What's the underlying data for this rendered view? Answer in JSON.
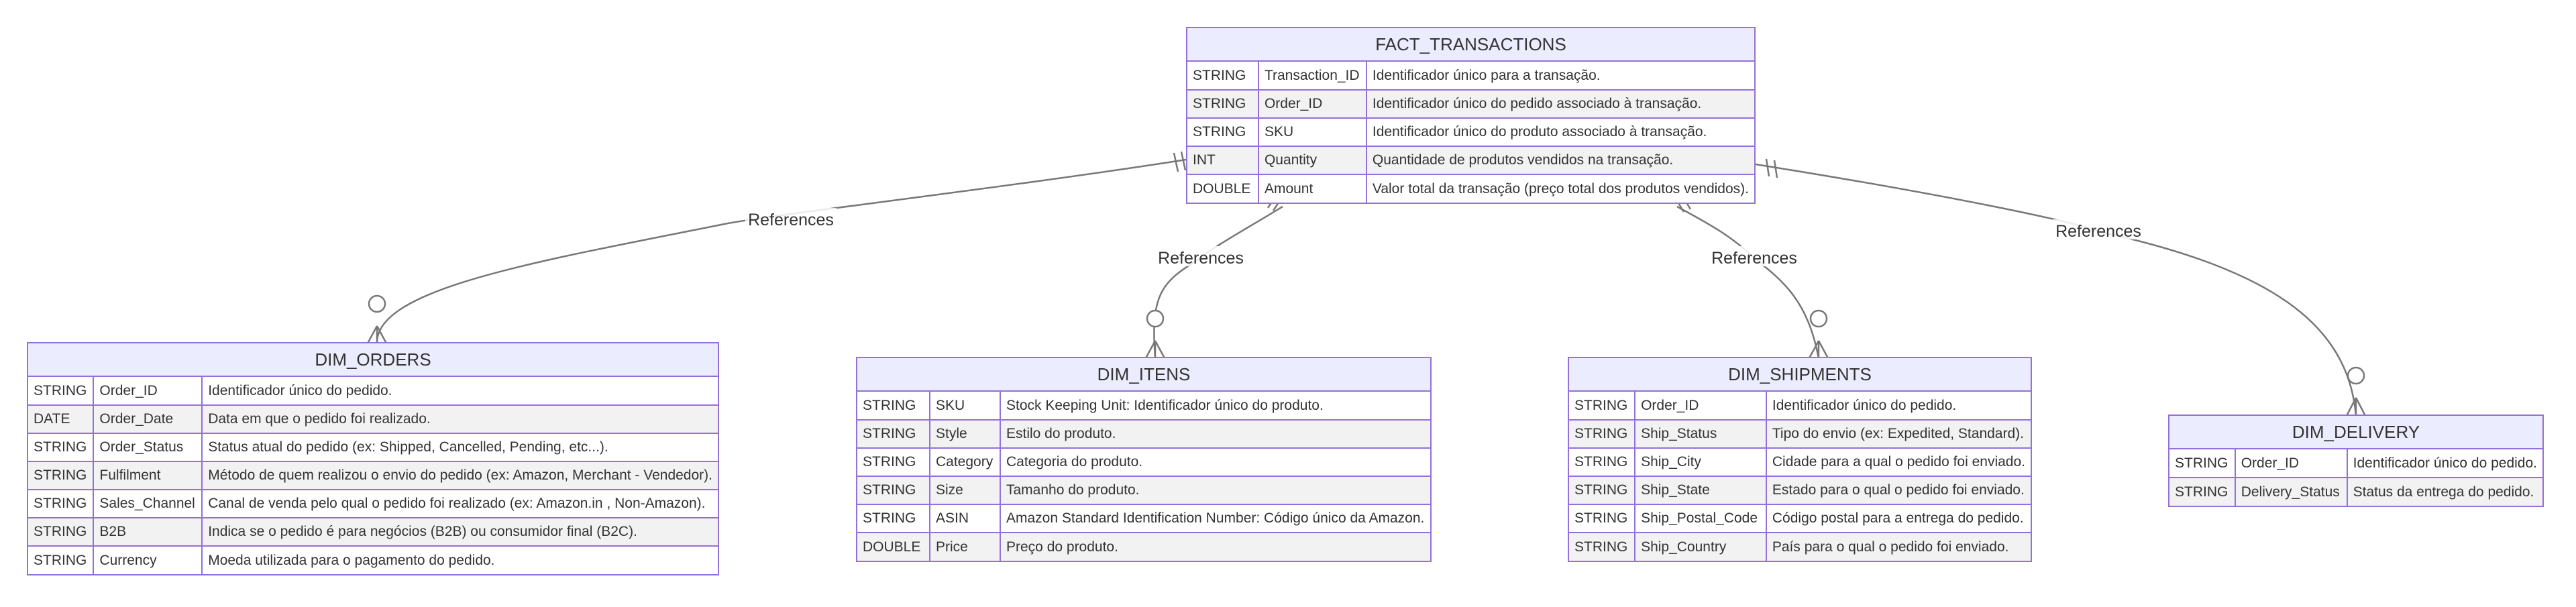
{
  "entities": {
    "fact": {
      "title": "FACT_TRANSACTIONS",
      "attributes": [
        [
          "STRING",
          "Transaction_ID",
          "Identificador único para a transação."
        ],
        [
          "STRING",
          "Order_ID",
          "Identificador único do pedido associado à transação."
        ],
        [
          "STRING",
          "SKU",
          "Identificador único do produto associado à transação."
        ],
        [
          "INT",
          "Quantity",
          "Quantidade de produtos vendidos na transação."
        ],
        [
          "DOUBLE",
          "Amount",
          "Valor total da transação (preço total dos produtos vendidos)."
        ]
      ]
    },
    "orders": {
      "title": "DIM_ORDERS",
      "attributes": [
        [
          "STRING",
          "Order_ID",
          "Identificador único do pedido."
        ],
        [
          "DATE",
          "Order_Date",
          "Data em que o pedido foi realizado."
        ],
        [
          "STRING",
          "Order_Status",
          "Status atual do pedido (ex: Shipped, Cancelled, Pending, etc...)."
        ],
        [
          "STRING",
          "Fulfilment",
          "Método de quem realizou o envio do pedido (ex: Amazon, Merchant - Vendedor)."
        ],
        [
          "STRING",
          "Sales_Channel",
          "Canal de venda pelo qual o pedido foi realizado (ex: Amazon.in , Non-Amazon)."
        ],
        [
          "STRING",
          "B2B",
          "Indica se o pedido é para negócios (B2B) ou consumidor final (B2C)."
        ],
        [
          "STRING",
          "Currency",
          "Moeda utilizada para o pagamento do pedido."
        ]
      ]
    },
    "itens": {
      "title": "DIM_ITENS",
      "attributes": [
        [
          "STRING",
          "SKU",
          "Stock Keeping Unit: Identificador único do produto."
        ],
        [
          "STRING",
          "Style",
          "Estilo do produto."
        ],
        [
          "STRING",
          "Category",
          "Categoria do produto."
        ],
        [
          "STRING",
          "Size",
          "Tamanho do produto."
        ],
        [
          "STRING",
          "ASIN",
          "Amazon Standard Identification Number: Código único da Amazon."
        ],
        [
          "DOUBLE",
          "Price",
          "Preço do produto."
        ]
      ]
    },
    "shipments": {
      "title": "DIM_SHIPMENTS",
      "attributes": [
        [
          "STRING",
          "Order_ID",
          "Identificador único do pedido."
        ],
        [
          "STRING",
          "Ship_Status",
          "Tipo do envio (ex: Expedited, Standard)."
        ],
        [
          "STRING",
          "Ship_City",
          "Cidade para a qual o pedido foi enviado."
        ],
        [
          "STRING",
          "Ship_State",
          "Estado para o qual o pedido foi enviado."
        ],
        [
          "STRING",
          "Ship_Postal_Code",
          "Código postal para a entrega do pedido."
        ],
        [
          "STRING",
          "Ship_Country",
          "País para o qual o pedido foi enviado."
        ]
      ]
    },
    "delivery": {
      "title": "DIM_DELIVERY",
      "attributes": [
        [
          "STRING",
          "Order_ID",
          "Identificador único do pedido."
        ],
        [
          "STRING",
          "Delivery_Status",
          "Status da entrega do pedido."
        ]
      ]
    }
  },
  "relationships": [
    {
      "from": "fact",
      "to": "orders",
      "label": "References"
    },
    {
      "from": "fact",
      "to": "itens",
      "label": "References"
    },
    {
      "from": "fact",
      "to": "shipments",
      "label": "References"
    },
    {
      "from": "fact",
      "to": "delivery",
      "label": "References"
    }
  ]
}
